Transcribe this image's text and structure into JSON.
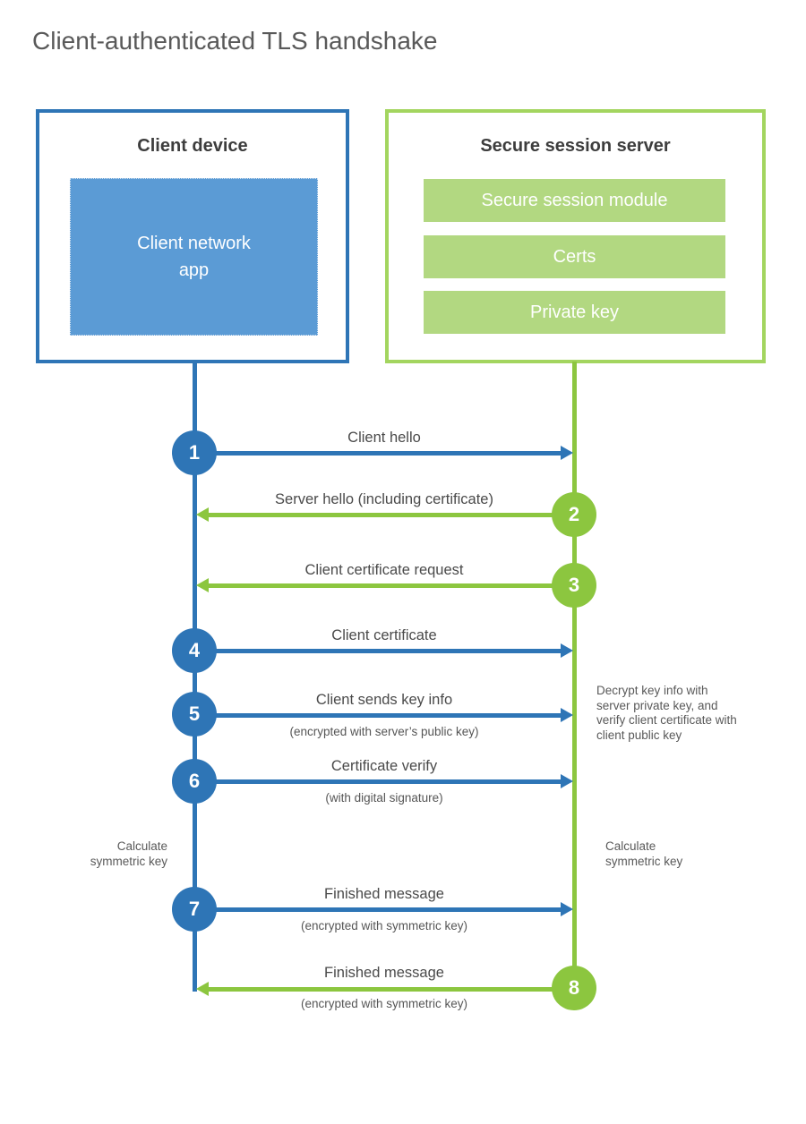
{
  "title": "Client-authenticated TLS handshake",
  "colors": {
    "client_blue": "#2e75b6",
    "client_fill_blue": "#5b9bd5",
    "server_green": "#8cc63f",
    "server_border_green": "#a3d55f",
    "server_fill_green": "#b2d881"
  },
  "client": {
    "title": "Client device",
    "app_label": "Client network app"
  },
  "server": {
    "title": "Secure session server",
    "modules": [
      "Secure session module",
      "Certs",
      "Private key"
    ]
  },
  "steps": [
    {
      "num": "1",
      "label": "Client hello",
      "sub": "",
      "direction": "client-to-server"
    },
    {
      "num": "2",
      "label": "Server hello (including certificate)",
      "sub": "",
      "direction": "server-to-client"
    },
    {
      "num": "3",
      "label": "Client certificate request",
      "sub": "",
      "direction": "server-to-client"
    },
    {
      "num": "4",
      "label": "Client certificate",
      "sub": "",
      "direction": "client-to-server"
    },
    {
      "num": "5",
      "label": "Client sends key info",
      "sub": "(encrypted with server’s public key)",
      "direction": "client-to-server"
    },
    {
      "num": "6",
      "label": "Certificate verify",
      "sub": "(with digital signature)",
      "direction": "client-to-server"
    },
    {
      "num": "7",
      "label": "Finished message",
      "sub": "(encrypted with symmetric key)",
      "direction": "client-to-server"
    },
    {
      "num": "8",
      "label": "Finished message",
      "sub": "(encrypted with symmetric key)",
      "direction": "server-to-client"
    }
  ],
  "notes": {
    "decrypt": "Decrypt key info with server private key, and verify client certificate with client public key",
    "calc_client": "Calculate symmetric key",
    "calc_server": "Calculate symmetric key"
  }
}
